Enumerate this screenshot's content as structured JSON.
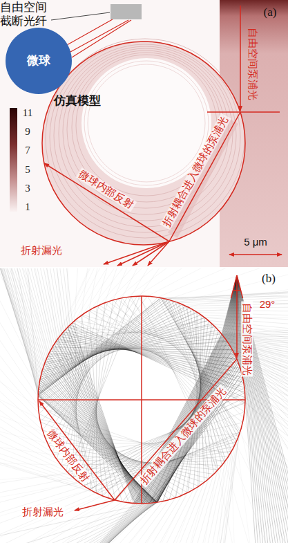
{
  "diagram": {
    "nodes": [
      {
        "text": [
          "自由空间 截断光纤"
        ]
      },
      {
        "text": [
          "微球"
        ]
      }
    ],
    "edges": [
      {
        "from": 0,
        "to": 1,
        "arrow": "none"
      }
    ],
    "labels": [
      "仿真模型",
      "11",
      "9",
      "7",
      "5",
      "3",
      "1",
      "(a)",
      "自由空间泵浦光",
      "微球内部反射",
      "折射耦合进入微球的泵浦光",
      "折射漏光",
      "5 μm",
      "(b)",
      "29°",
      "自由空间泵浦光",
      "微球内部反射",
      "折射耦合进入微球的泵浦光",
      "折射漏光"
    ]
  }
}
